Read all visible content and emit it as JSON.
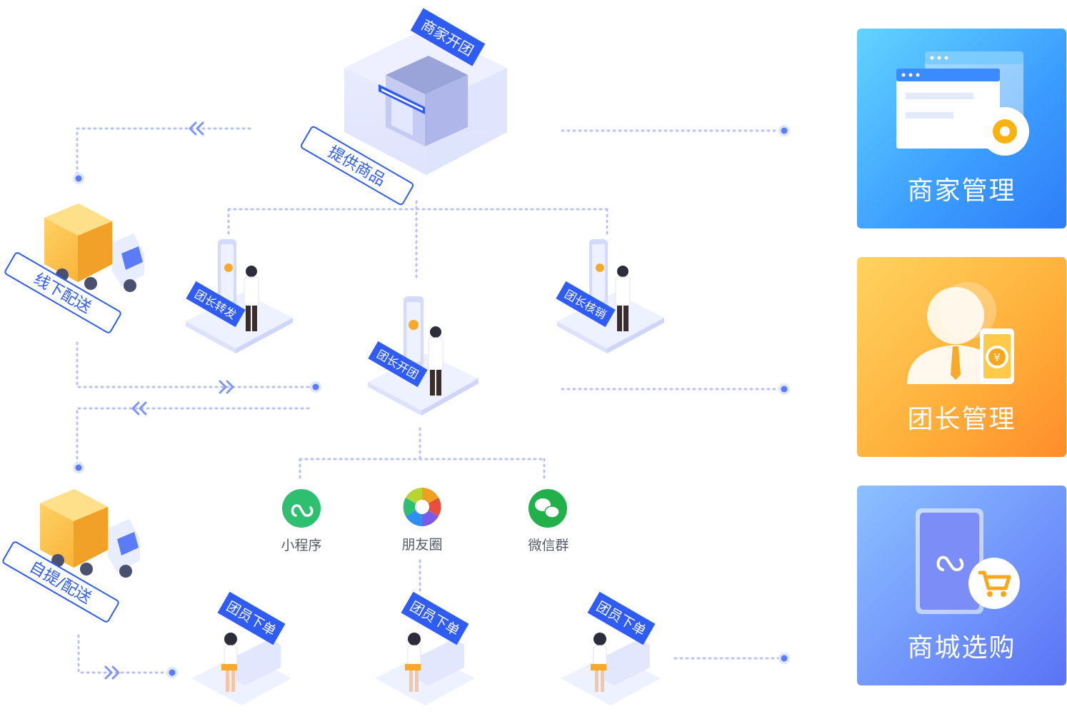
{
  "flow": {
    "merchant_open_label": "商家开团",
    "provide_goods_label": "提供商品",
    "offline_delivery_label": "线下配送",
    "pickup_delivery_label": "自提/配送",
    "leader_forward_label": "团长转发",
    "leader_open_label": "团长开团",
    "leader_verify_label": "团长核销",
    "channels": [
      {
        "label": "小程序",
        "icon": "mini-program-icon",
        "color": "#2fbf71"
      },
      {
        "label": "朋友圈",
        "icon": "moments-icon",
        "color": "#f0a020"
      },
      {
        "label": "微信群",
        "icon": "wechat-group-icon",
        "color": "#22b04b"
      }
    ],
    "member_order_label": "团员下单"
  },
  "cards": {
    "merchant_management": "商家管理",
    "leader_management": "团长管理",
    "mall_shopping": "商城选购"
  },
  "colors": {
    "tag_blue": "#2f5cf5",
    "dot_blue": "#5b7cf6",
    "dotted_line": "#b8c3f3"
  }
}
